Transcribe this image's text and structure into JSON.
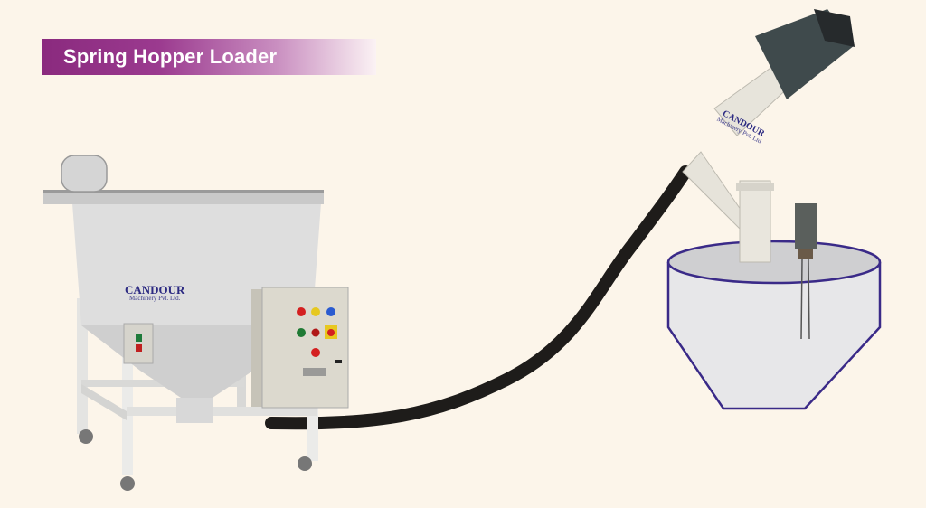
{
  "title": "Spring Hopper Loader",
  "colors": {
    "background": "#fcf5ea",
    "banner_start": "#8a2a7e",
    "banner_end": "#fbf2f4",
    "hose": "#1e1c1a",
    "silo_outline": "#3a2a88"
  },
  "branding": {
    "logo_main": "CANDOUR",
    "logo_sub": "Machinery Pvt. Ltd."
  },
  "components": [
    {
      "name": "hopper-with-vibrator-motor"
    },
    {
      "name": "control-panel",
      "buttons": [
        "red",
        "yellow",
        "blue",
        "green",
        "red",
        "red-yellow-switch",
        "red"
      ]
    },
    {
      "name": "flexible-spring-conveyor-hose"
    },
    {
      "name": "discharge-head-with-motor"
    },
    {
      "name": "level-sensor"
    },
    {
      "name": "receiving-silo"
    }
  ]
}
